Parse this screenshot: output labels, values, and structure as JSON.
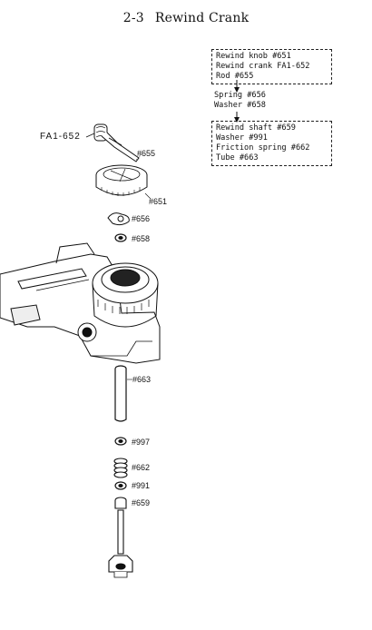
{
  "header": {
    "section_number": "2-3",
    "title": "Rewind Crank"
  },
  "flow": {
    "group1": [
      "Rewind knob #651",
      "Rewind crank FA1-652",
      "Rod #655"
    ],
    "group2": [
      "Spring #656",
      "Washer #658"
    ],
    "group3": [
      "Rewind shaft #659",
      "Washer #991",
      "Friction spring #662",
      "Tube #663"
    ]
  },
  "callouts": {
    "fa1_652": "FA1-652",
    "p655": "#655",
    "p651": "#651",
    "p656": "#656",
    "p658": "#658",
    "p663": "#663",
    "p997": "#997",
    "p662": "#662",
    "p991": "#991",
    "p659": "#659"
  }
}
